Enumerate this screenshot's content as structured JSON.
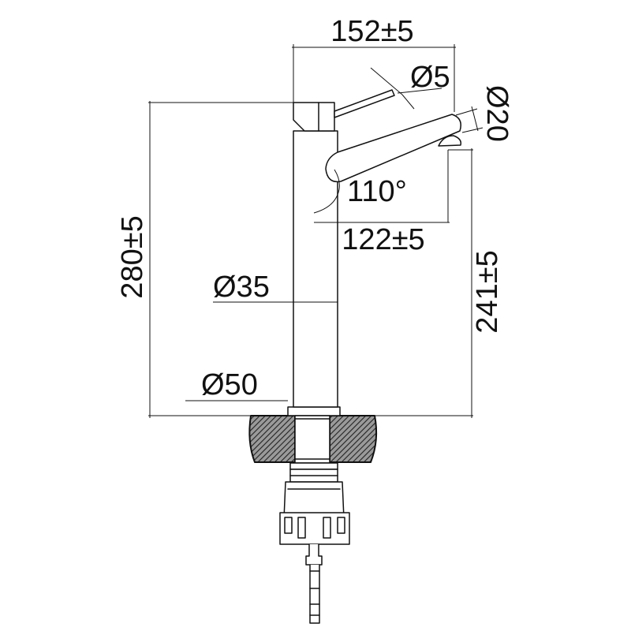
{
  "dimensions": {
    "top_width": "152±5",
    "lever_diameter": "Ø5",
    "spout_diameter": "Ø20",
    "swivel_angle": "110°",
    "spout_reach": "122±5",
    "total_height": "280±5",
    "spout_height": "241±5",
    "body_diameter": "Ø35",
    "base_diameter": "Ø50"
  },
  "colors": {
    "line": "#111111",
    "hatch": "#555555",
    "background": "#ffffff"
  }
}
